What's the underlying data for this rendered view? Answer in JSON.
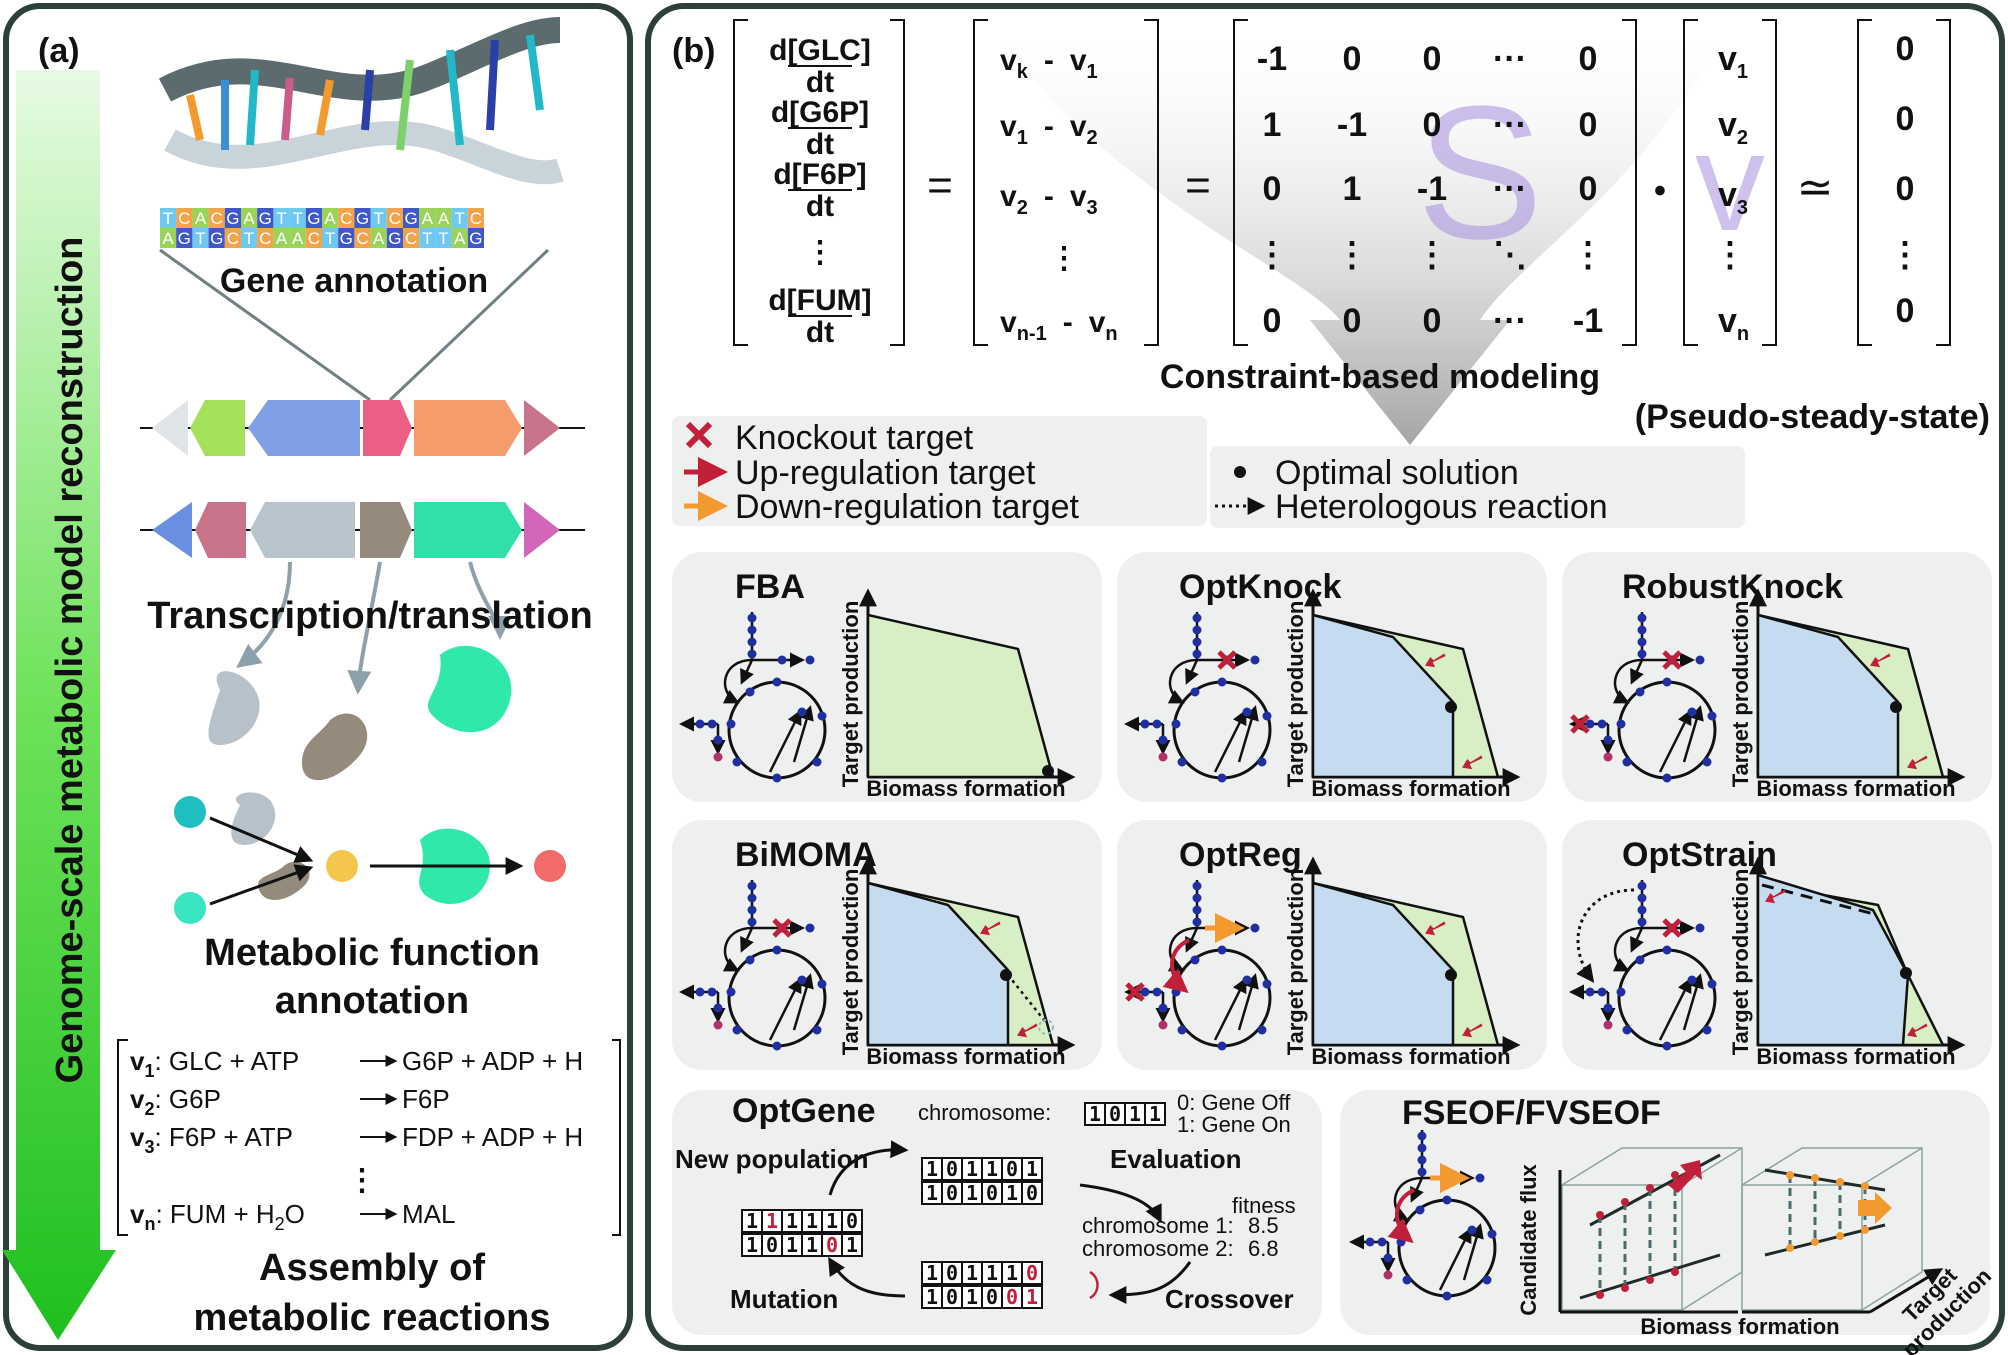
{
  "panel_a": {
    "label": "(a)",
    "vertical_title": "Genome-scale metabolic model reconstruction",
    "dna_top_seq": "TCACGAGTTGACGTCGAATC",
    "dna_bottom_seq": "AGTGCTCAACTGCAGCTTAG",
    "gene_annotation": "Gene annotation",
    "transcription": "Transcription/translation",
    "metabolic_function_1": "Metabolic function",
    "metabolic_function_2": "annotation",
    "reactions": [
      {
        "v": "v",
        "sub": "1",
        "lhs": ": GLC + ATP",
        "rhs": "G6P + ADP + H"
      },
      {
        "v": "v",
        "sub": "2",
        "lhs": ": G6P",
        "rhs": "F6P"
      },
      {
        "v": "v",
        "sub": "3",
        "lhs": ": F6P + ATP",
        "rhs": "FDP + ADP + H"
      },
      {
        "v": "v",
        "sub": "n",
        "lhs": ": FUM + H",
        "lhs_sub": "2",
        "lhs_end": "O",
        "rhs": "MAL"
      }
    ],
    "vdots": "⋮",
    "assembly_1": "Assembly of",
    "assembly_2": "metabolic reactions",
    "colors": {
      "arrow_top": "#d8f5d0",
      "arrow_bottom": "#22c022",
      "teal": "#33e0b0",
      "grey_enzyme": "#b7c1c9",
      "brown_enzyme": "#948b7c"
    }
  },
  "panel_b": {
    "label": "(b)",
    "deriv": [
      "d[GLC]",
      "d[G6P]",
      "d[F6P]",
      "d[FUM]"
    ],
    "dt": "dt",
    "vdots": "⋮",
    "equals": "=",
    "approx": "≃",
    "dot": "•",
    "flux_vec": [
      {
        "a": "v",
        "as": "k",
        "b": "v",
        "bs": "1"
      },
      {
        "a": "v",
        "as": "1",
        "b": "v",
        "bs": "2"
      },
      {
        "a": "v",
        "as": "2",
        "b": "v",
        "bs": "3"
      },
      {
        "a": "v",
        "as": "n-1",
        "b": "v",
        "bs": "n"
      }
    ],
    "minus": "-",
    "matrix_rows": [
      [
        "-1",
        "0",
        "0",
        "···",
        "0"
      ],
      [
        "1",
        "-1",
        "0",
        "···",
        "0"
      ],
      [
        "0",
        "1",
        "-1",
        "···",
        "0"
      ],
      [
        "⋮",
        "⋮",
        "⋮",
        "⋱",
        "⋮"
      ],
      [
        "0",
        "0",
        "0",
        "···",
        "-1"
      ]
    ],
    "S_letter": "S",
    "V_letter": "v",
    "v_vector": [
      {
        "v": "v",
        "s": "1"
      },
      {
        "v": "v",
        "s": "2"
      },
      {
        "v": "v",
        "s": "3"
      },
      {
        "v": "⋮",
        "s": ""
      },
      {
        "v": "v",
        "s": "n"
      }
    ],
    "zero_vector": [
      "0",
      "0",
      "0",
      "⋮",
      "0"
    ],
    "cbm_title": "Constraint-based modeling",
    "pss": "(Pseudo-steady-state)",
    "legend": {
      "knockout": "Knockout target",
      "up": "Up-regulation target",
      "down": "Down-regulation target",
      "optimal": "Optimal solution",
      "hetero": "Heterologous reaction"
    },
    "methods": [
      "FBA",
      "OptKnock",
      "RobustKnock",
      "BiMOMA",
      "OptReg",
      "OptStrain"
    ],
    "y_axis": "Target production",
    "x_axis": "Biomass formation",
    "optgene": {
      "title": "OptGene",
      "chromosome_label": "chromosome:",
      "chromosome_bits": [
        "1",
        "0",
        "1",
        "1"
      ],
      "gene_off": "0: Gene Off",
      "gene_on": "1: Gene On",
      "new_population": "New population",
      "evaluation": "Evaluation",
      "mutation": "Mutation",
      "crossover": "Crossover",
      "fitness": "fitness",
      "chrom1": "chromosome 1:",
      "chrom1_val": "8.5",
      "chrom2": "chromosome 2:",
      "chrom2_val": "6.8",
      "top_rows": [
        [
          "1",
          "0",
          "1",
          "1",
          "0",
          "1"
        ],
        [
          "1",
          "0",
          "1",
          "0",
          "1",
          "0"
        ]
      ],
      "left_rows": [
        [
          "1",
          "1",
          "1",
          "1",
          "1",
          "0"
        ],
        [
          "1",
          "0",
          "1",
          "1",
          "0",
          "1"
        ]
      ],
      "bottom_rows": [
        [
          "1",
          "0",
          "1",
          "1",
          "1",
          "0"
        ],
        [
          "1",
          "0",
          "1",
          "0",
          "0",
          "1"
        ]
      ]
    },
    "fseof": {
      "title": "FSEOF/FVSEOF",
      "y_axis": "Candidate flux",
      "x_axis": "Biomass formation",
      "z_axis_1": "Target",
      "z_axis_2": "production"
    },
    "colors": {
      "knockout": "#c0203a",
      "up": "#c0203a",
      "down": "#f39a2e",
      "blue_region": "#c5dcf0",
      "green_region": "#d8eec4",
      "node": "#1f2fa0",
      "S_color": "#a78fe0",
      "box_bg": "#eef0f0"
    }
  }
}
